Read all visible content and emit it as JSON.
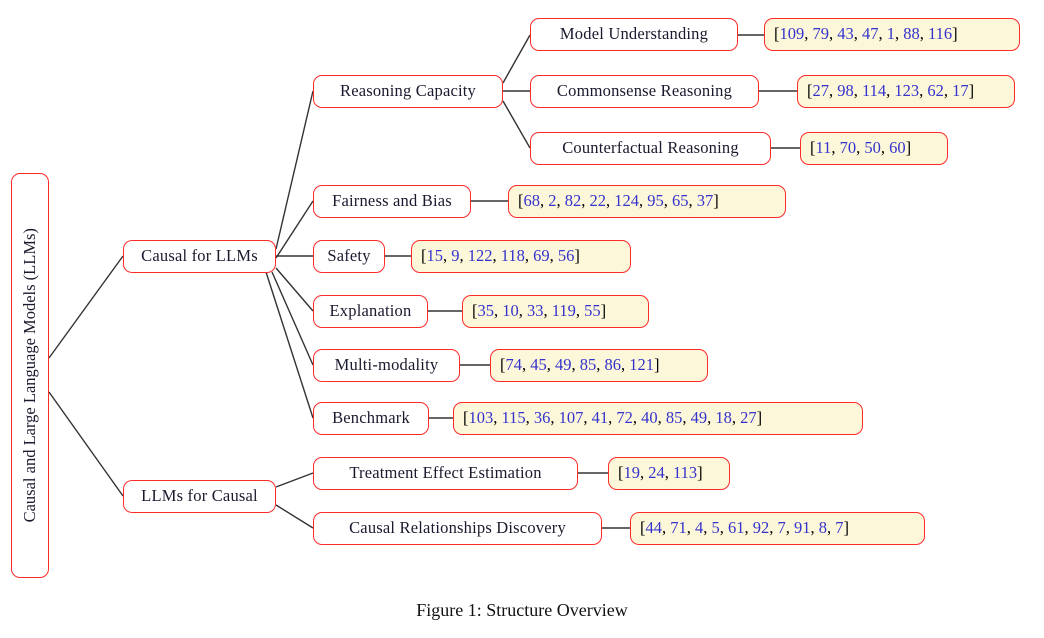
{
  "figure": {
    "caption": "Figure 1: Structure Overview",
    "root_label": "Causal and Large Language Models (LLMs)"
  },
  "colors": {
    "node_border": "#ff2a2a",
    "node_fill": "#ffffff",
    "citation_fill": "#fdf7da",
    "citation_number": "#3333cc",
    "edge": "#333333",
    "text": "#1a1a2e"
  },
  "branches": [
    {
      "label": "Causal for LLMs",
      "children": [
        {
          "label": "Reasoning Capacity",
          "children": [
            {
              "label": "Model Understanding",
              "citations": [
                109,
                79,
                43,
                47,
                1,
                88,
                116
              ]
            },
            {
              "label": "Commonsense Reasoning",
              "citations": [
                27,
                98,
                114,
                123,
                62,
                17
              ]
            },
            {
              "label": "Counterfactual Reasoning",
              "citations": [
                11,
                70,
                50,
                60
              ]
            }
          ]
        },
        {
          "label": "Fairness and Bias",
          "citations": [
            68,
            2,
            82,
            22,
            124,
            95,
            65,
            37
          ]
        },
        {
          "label": "Safety",
          "citations": [
            15,
            9,
            122,
            118,
            69,
            56
          ]
        },
        {
          "label": "Explanation",
          "citations": [
            35,
            10,
            33,
            119,
            55
          ]
        },
        {
          "label": "Multi-modality",
          "citations": [
            74,
            45,
            49,
            85,
            86,
            121
          ]
        },
        {
          "label": "Benchmark",
          "citations": [
            103,
            115,
            36,
            107,
            41,
            72,
            40,
            85,
            49,
            18,
            27
          ]
        }
      ]
    },
    {
      "label": "LLMs for Causal",
      "children": [
        {
          "label": "Treatment Effect Estimation",
          "citations": [
            19,
            24,
            113
          ]
        },
        {
          "label": "Causal Relationships Discovery",
          "citations": [
            44,
            71,
            4,
            5,
            61,
            92,
            7,
            91,
            8,
            7
          ]
        }
      ]
    }
  ],
  "nodes": {
    "reasoning_capacity": "Reasoning Capacity",
    "model_understanding": "Model Understanding",
    "commonsense_reasoning": "Commonsense Reasoning",
    "counterfactual_reasoning": "Counterfactual Reasoning",
    "fairness_and_bias": "Fairness and Bias",
    "safety": "Safety",
    "explanation": "Explanation",
    "multi_modality": "Multi-modality",
    "benchmark": "Benchmark",
    "causal_for_llms": "Causal for LLMs",
    "llms_for_causal": "LLMs for Causal",
    "treatment_effect_estimation": "Treatment Effect Estimation",
    "causal_relationships_discovery": "Causal Relationships Discovery"
  },
  "citations": {
    "model_understanding": "[109, 79, 43, 47, 1, 88, 116]",
    "commonsense_reasoning": "[27, 98, 114, 123, 62, 17]",
    "counterfactual_reasoning": "[11, 70, 50, 60]",
    "fairness_and_bias": "[68, 2, 82, 22, 124, 95, 65, 37]",
    "safety": "[15, 9, 122, 118, 69, 56]",
    "explanation": "[35, 10, 33, 119, 55]",
    "multi_modality": "[74, 45, 49, 85, 86, 121]",
    "benchmark": "[103, 115, 36, 107, 41, 72, 40, 85, 49, 18, 27]",
    "treatment_effect_estimation": "[19, 24, 113]",
    "causal_relationships_discovery": "[44, 71, 4, 5, 61, 92, 7, 91, 8, 7]"
  }
}
